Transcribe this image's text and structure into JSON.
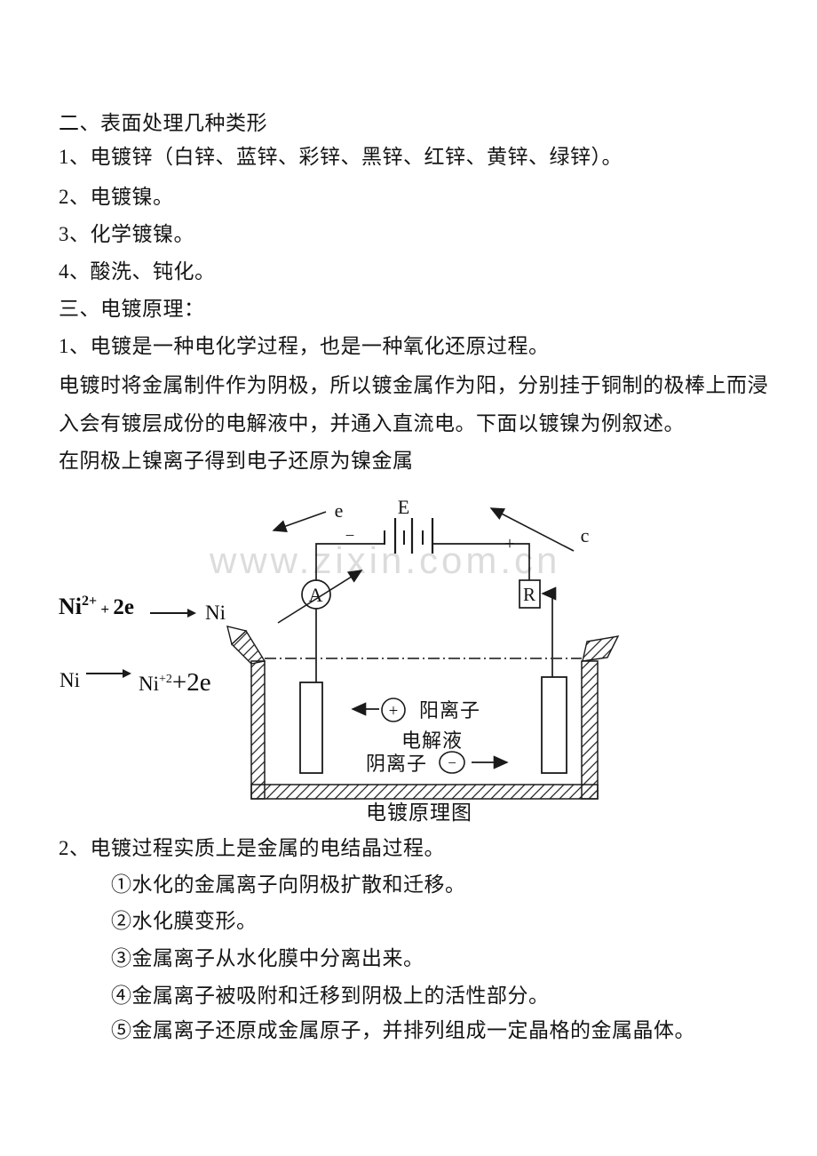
{
  "page": {
    "watermark": "www.zixin.com.cn"
  },
  "paragraphs": {
    "p0": "二、表面处理几种类形",
    "p1": "1、电镀锌（白锌、蓝锌、彩锌、黑锌、红锌、黄锌、绿锌）。",
    "p2": "2、电镀镍。",
    "p3": "3、化学镀镍。",
    "p4": "4、酸洗、钝化。",
    "p5": "三、电镀原理：",
    "p6": "1、电镀是一种电化学过程，也是一种氧化还原过程。",
    "p7": "电镀时将金属制件作为阴极，所以镀金属作为阳，分别挂于铜制的极棒上而浸",
    "p8": "入会有镀层成份的电解液中，并通入直流电。下面以镀镍为例叙述。",
    "p9": "在阴极上镍离子得到电子还原为镍金属",
    "b0": "2、电镀过程实质上是金属的电结晶过程。",
    "b1": "①水化的金属离子向阴极扩散和迁移。",
    "b2": "②水化膜变形。",
    "b3": "③金属离子从水化膜中分离出来。",
    "b4": "④金属离子被吸附和迁移到阴极上的活性部分。",
    "b5": "⑤金属离子还原成金属原子，并排列组成一定晶格的金属晶体。"
  },
  "diagram": {
    "battery_label": "E",
    "electron_label": "e",
    "current_label": "c",
    "minus_sign": "−",
    "plus_sign": "+",
    "ammeter_label": "A",
    "rheostat_label": "R",
    "cation_symbol": "+",
    "cation_label": "阳离子",
    "electrolyte_label": "电解液",
    "anion_label": "阴离子",
    "anion_symbol": "−",
    "caption": "电镀原理图",
    "eq_cathode": {
      "reactant_base": "Ni",
      "reactant_sup": "2+",
      "plus": " + ",
      "term": "2e",
      "product": "Ni"
    },
    "eq_anode": {
      "reactant": "Ni",
      "product_base": "Ni",
      "product_sup": "+2",
      "product_term": "+2e"
    }
  }
}
